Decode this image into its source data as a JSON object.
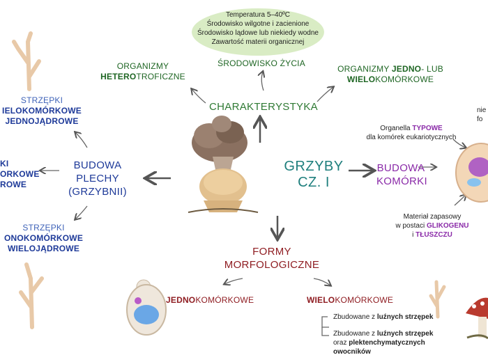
{
  "center": {
    "title_line1": "GRZYBY",
    "title_line2": "CZ. I"
  },
  "environment": {
    "bubble_lines": [
      "Temperatura 5–40ºC",
      "Środowisko wilgotne i zacienione",
      "Środowisko lądowe lub niekiedy wodne",
      "Zawartość materii organicznej"
    ],
    "label": "ŚRODOWISKO ŻYCIA"
  },
  "characteristics": {
    "title": "CHARAKTERYSTYKA",
    "hetero_line1": "ORGANIZMY",
    "hetero_bold": "HETERO",
    "hetero_rest": "TROFICZNE",
    "uni_line1_a": "ORGANIZMY ",
    "uni_line1_bold": "JEDNO",
    "uni_line1_b": "- LUB",
    "uni_line2_bold": "WIELO",
    "uni_line2_rest": "KOMÓRKOWE"
  },
  "structure": {
    "title_line1": "BUDOWA",
    "title_line2": "PLECHY",
    "title_line3": "(GRZYBNII)",
    "top_line1": "STRZĘPKI",
    "top_line2": "IELOKOMÓRKOWE",
    "top_line3": "JEDNOJĄDROWE",
    "mid_line1": "KI",
    "mid_line2": "ORKOWE",
    "mid_line3": "ROWE",
    "bottom_line1": "STRZĘPKI",
    "bottom_line2": "ONOKOMÓRKOWE",
    "bottom_line3": "WIELOJĄDROWE"
  },
  "cell": {
    "title_line1": "BUDOWA",
    "title_line2": "KOMÓRKI",
    "organelle_a": "Organella ",
    "organelle_bold": "TYPOWE",
    "organelle_b": "dla komórek eukariotycznych",
    "storage_line1": "Materiał zapasowy",
    "storage_line2": "w postaci ",
    "storage_bold1": "GLIKOGENU",
    "storage_line3": "i ",
    "storage_bold2": "TŁUSZCZU",
    "cut_top1": "nie",
    "cut_top2": "fo"
  },
  "forms": {
    "title_line1": "FORMY",
    "title_line2": "MORFOLOGICZNE",
    "uni_bold": "JEDNO",
    "uni_rest": "KOMÓRKOWE",
    "multi_bold": "WIELO",
    "multi_rest": "KOMÓRKOWE",
    "loose_a": "Zbudowane z ",
    "loose_bold": "luźnych strzępek",
    "mixed_a": "Zbudowane z ",
    "mixed_bold1": "luźnych strzępek",
    "mixed_b": "oraz ",
    "mixed_bold2": "plektenchymatycznych owocników"
  },
  "colors": {
    "bubble": "#d9ecc4",
    "teal": "#1f7f7d",
    "green": "#2f7a34",
    "blue": "#3f63b8",
    "purple": "#8a2aa8",
    "dark_red": "#8f1d22"
  }
}
